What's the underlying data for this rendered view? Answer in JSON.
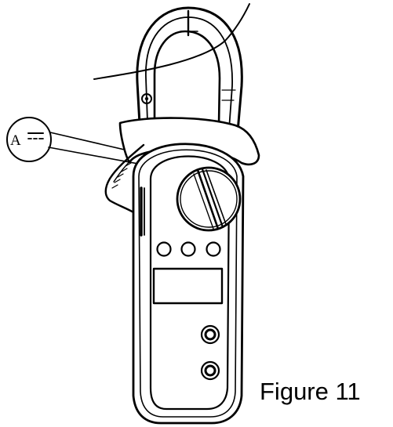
{
  "figure": {
    "caption": "Figure 11",
    "callout": {
      "letter": "A",
      "symbol": "dc-symbol"
    }
  },
  "colors": {
    "ink": "#000000",
    "paper": "#ffffff"
  },
  "icons": {
    "device": "clamp-meter-icon",
    "knob": "rotary-dial-icon",
    "jack": "input-jack-icon"
  }
}
